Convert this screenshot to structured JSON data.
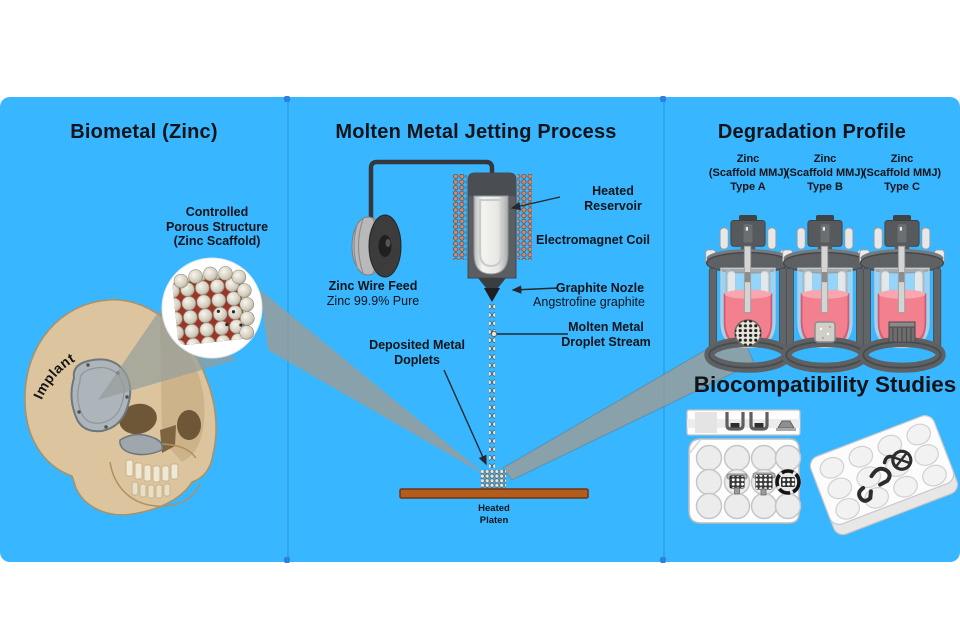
{
  "colors": {
    "canvas_blue": "#38b6ff",
    "text_dark": "#101418",
    "platen_brown": "#b35c1e",
    "liquid_pink": "#f2808f",
    "coil_copper": "#cf8a72",
    "beam_gray": "#96a09e",
    "implant_gray": "#adb5ba",
    "scaffold_red": "#9c3527"
  },
  "left": {
    "title": "Biometal (Zinc)",
    "inset_label": [
      "Controlled",
      "Porous Structure",
      "(Zinc Scaffold)"
    ],
    "implant_label": "Implant"
  },
  "middle": {
    "title": "Molten Metal Jetting Process",
    "wire_feed": "Zinc Wire Feed",
    "wire_purity": "Zinc 99.9% Pure",
    "heated_reservoir": [
      "Heated",
      "Reservoir"
    ],
    "electromagnet_coil": "Electromagnet Coil",
    "graphite_nozzle": "Graphite Nozle",
    "graphite_sub": "Angstrofine graphite",
    "droplet_stream": [
      "Molten Metal",
      "Droplet Stream"
    ],
    "deposited": [
      "Deposited Metal",
      "Doplets"
    ],
    "platen": [
      "Heated",
      "Platen"
    ]
  },
  "right": {
    "title": "Degradation Profile",
    "bio_title": "Biocompatibility Studies",
    "columns": [
      {
        "material": "Zinc",
        "process": "(Scaffold MMJ)",
        "type": "Type A"
      },
      {
        "material": "Zinc",
        "process": "(Scaffold MMJ)",
        "type": "Type B"
      },
      {
        "material": "Zinc",
        "process": "(Scaffold MMJ)",
        "type": "Type C"
      }
    ]
  }
}
